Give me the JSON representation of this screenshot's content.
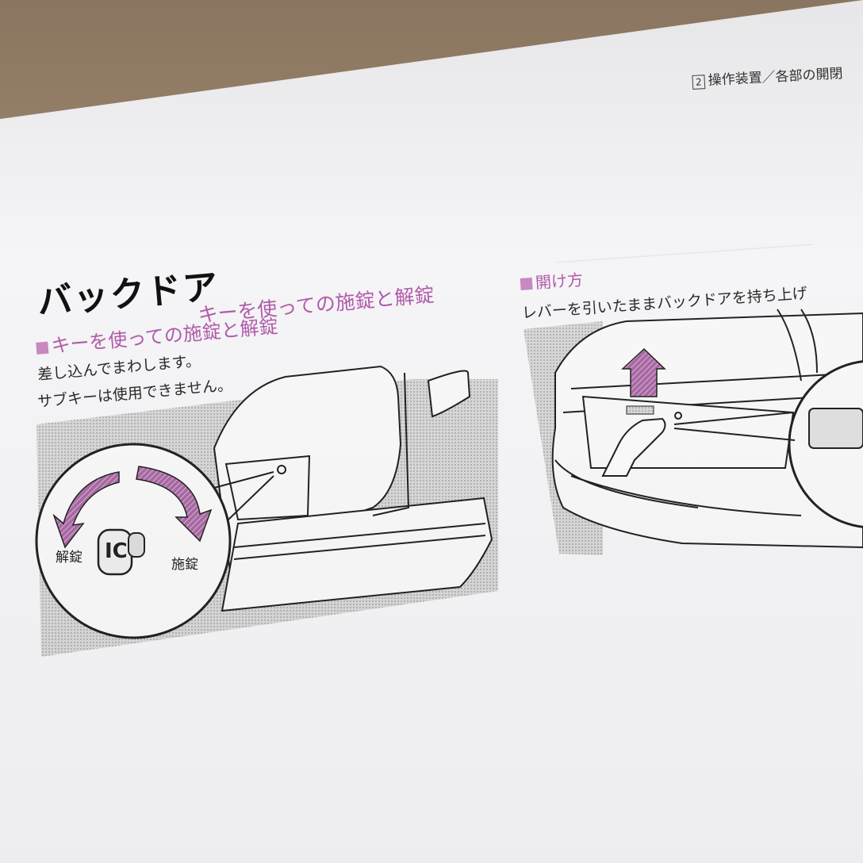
{
  "header": {
    "section_number": "2",
    "text": "操作装置／各部の開閉"
  },
  "title": "バックドア",
  "key_section": {
    "subtitle": "キーを使っての施錠と解錠",
    "heading": "キーを使っての施錠と解錠",
    "lines": [
      "差し込んでまわします。",
      "サブキーは使用できません。"
    ],
    "labels": {
      "unlock": "解錠",
      "lock": "施錠"
    }
  },
  "open_section": {
    "heading": "開け方",
    "line": "レバーを引いたままバックドアを持ち上げ"
  },
  "colors": {
    "accent": "#c889c1",
    "heading_text": "#b15bab"
  }
}
